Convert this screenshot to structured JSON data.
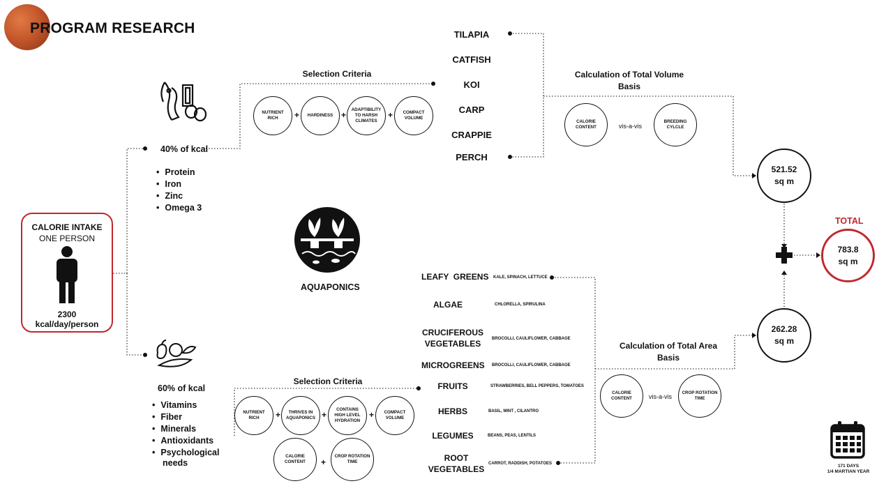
{
  "header": {
    "title": "PROGRAM RESEARCH"
  },
  "calorie": {
    "title": "CALORIE INTAKE",
    "subtitle": "ONE PERSON",
    "value": "2300",
    "unit": "kcal/day/person"
  },
  "protein_branch": {
    "percent": "40% of kcal",
    "nutrients": [
      "Protein",
      "Iron",
      "Zinc",
      "Omega 3"
    ],
    "criteria_title": "Selection Criteria",
    "criteria": [
      "NUTRIENT RICH",
      "HARDINESS",
      "ADAPTIBILITY TO HARSH CLIMATES",
      "COMPACT VOLUME"
    ],
    "fish": [
      "TILAPIA",
      "CATFISH",
      "KOI",
      "CARP",
      "CRAPPIE",
      "PERCH"
    ],
    "calc_title_1": "Calculation of Total Volume",
    "calc_title_2": "Basis",
    "calc_left": "CALORIE CONTENT",
    "calc_mid": "vis-a-vis",
    "calc_right": "BREEDING CYLCLE",
    "result_value": "521.52",
    "result_unit": "sq m"
  },
  "aquaponics": {
    "label": "AQUAPONICS"
  },
  "plant_branch": {
    "percent": "60% of kcal",
    "nutrients": [
      "Vitamins",
      "Fiber",
      "Minerals",
      "Antioxidants",
      "Psychological",
      "needs"
    ],
    "criteria_title": "Selection Criteria",
    "criteria": [
      "NUTRIENT RICH",
      "THRIVES IN AQUAPONICS",
      "CONTAINS HIGH LEVEL HYDRATION",
      "COMPACT VOLUME"
    ],
    "criteria_row2": [
      "CALORIE CONTENT",
      "CROP ROTATION TIME"
    ],
    "crops": [
      {
        "name": "LEAFY  GREENS",
        "examples": "KALE, SPINACH, LETTUCE"
      },
      {
        "name": "ALGAE",
        "examples": "CHLORELLA, SPIRULINA"
      },
      {
        "name": "CRUCIFEROUS VEGETABLES",
        "examples": "BROCOLLI, CAULIFLOWER, CABBAGE"
      },
      {
        "name": "MICROGREENS",
        "examples": "BROCOLLI, CAULIFLOWER, CABBAGE"
      },
      {
        "name": "FRUITS",
        "examples": "STRAWBERRIES, BELL PEPPERS, TOMATOES"
      },
      {
        "name": "HERBS",
        "examples": "BASIL, MINT , CILANTRO"
      },
      {
        "name": "LEGUMES",
        "examples": "BEANS, PEAS, LENTILS"
      },
      {
        "name": "ROOT VEGETABLES",
        "examples": "CARROT, RADDISH, POTATOES"
      }
    ],
    "calc_title_1": "Calculation of Total Area",
    "calc_title_2": "Basis",
    "calc_left": "CALORIE CONTENT",
    "calc_mid": "vis-a-vis",
    "calc_right": "CROP ROTATION TIME",
    "result_value": "262.28",
    "result_unit": "sq m"
  },
  "total": {
    "label": "TOTAL",
    "value": "783.8",
    "unit": "sq m"
  },
  "calendar": {
    "line1": "171 DAYS",
    "line2": "1/4 MARTIAN YEAR"
  },
  "colors": {
    "accent": "#c0272d",
    "mars": "#c4582b",
    "ink": "#111111"
  }
}
